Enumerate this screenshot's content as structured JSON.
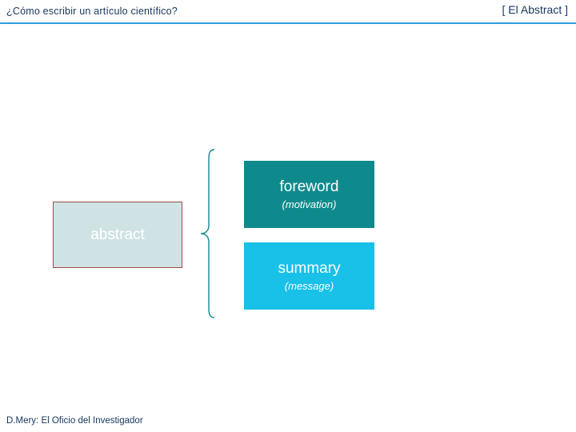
{
  "header": {
    "title": "¿Cómo escribir un artículo científico?",
    "section": "[ El Abstract ]",
    "rule_color": "#2d9ddb",
    "text_color": "#17365d"
  },
  "diagram": {
    "abstract_box": {
      "label": "abstract",
      "fill_color": "#cfe3e5",
      "border_color": "#9c4a4a",
      "text_color": "#ffffff"
    },
    "foreword_box": {
      "label": "foreword",
      "sublabel": "(motivation)",
      "fill_color": "#0f8a8c",
      "text_color": "#ffffff"
    },
    "summary_box": {
      "label": "summary",
      "sublabel": "(message)",
      "fill_color": "#19c0e8",
      "text_color": "#ffffff"
    },
    "brace": {
      "name": "curly-brace",
      "color": "#0f8a8c"
    }
  },
  "footer": {
    "text": "D.Mery: El Oficio del Investigador"
  }
}
